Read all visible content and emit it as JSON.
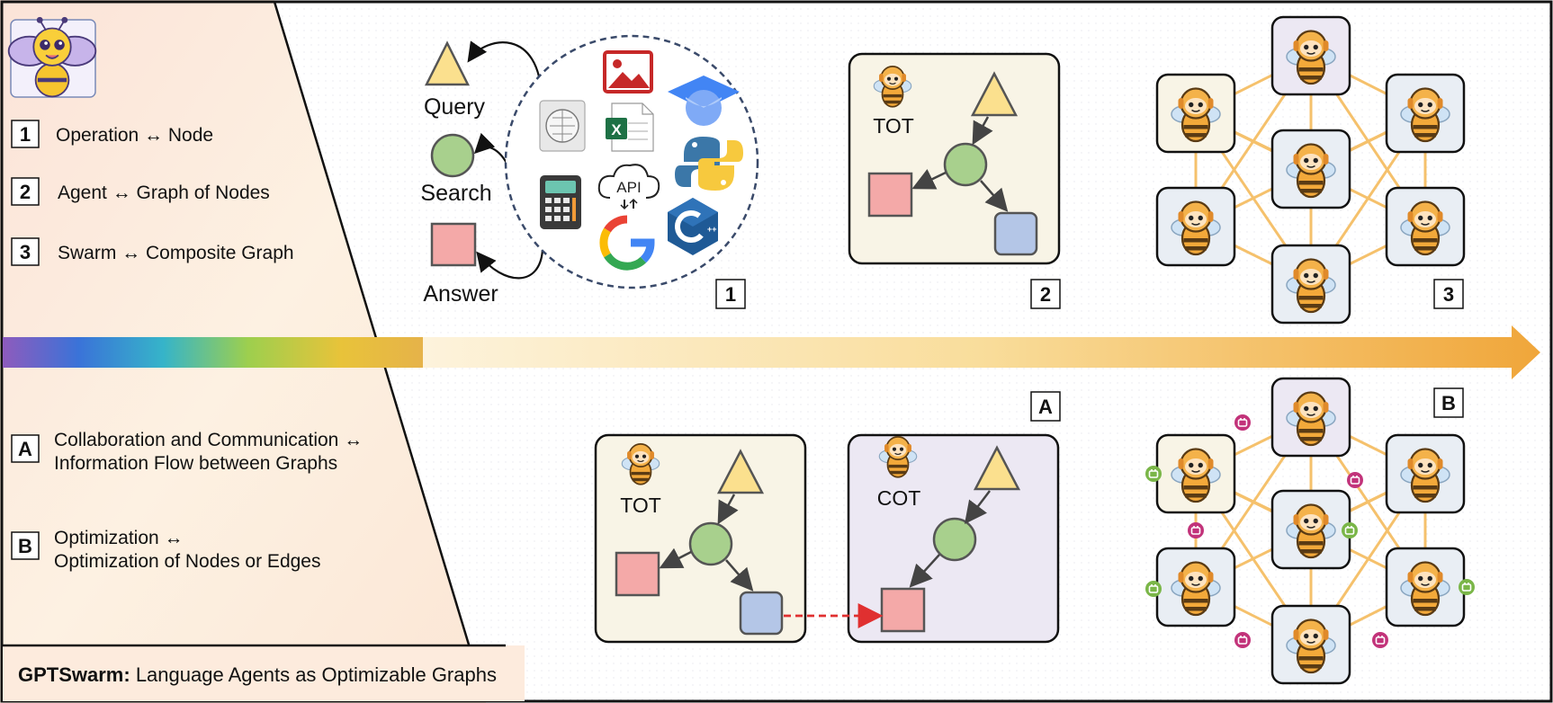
{
  "legend": {
    "items": [
      {
        "key": "1",
        "text": "Operation ↔ Node"
      },
      {
        "key": "2",
        "text": "Agent ↔ Graph of Nodes"
      },
      {
        "key": "3",
        "text": "Swarm ↔ Composite Graph"
      },
      {
        "key": "A",
        "line1": "Collaboration and Communication ↔",
        "line2": "Information Flow between Graphs"
      },
      {
        "key": "B",
        "line1": "Optimization ↔",
        "line2": "Optimization of Nodes or Edges"
      }
    ],
    "footer_bold": "GPTSwarm:",
    "footer_rest": " Language Agents as Optimizable Graphs"
  },
  "panel1": {
    "query": "Query",
    "search": "Search",
    "answer": "Answer",
    "api": "API",
    "number": "1"
  },
  "panel2": {
    "agent": "TOT",
    "number": "2"
  },
  "panel3": {
    "number": "3"
  },
  "panelA": {
    "agent_left": "TOT",
    "agent_right": "COT",
    "number": "A"
  },
  "panelB": {
    "number": "B"
  },
  "colors": {
    "triangle": "#fbe08e",
    "circle": "#a8d08d",
    "square_red": "#f4a9a8",
    "square_blue": "#b4c6e7",
    "edge_orange": "#f5c16c",
    "edge_magenta": "#c2337a",
    "edge_green": "#7ab648",
    "dashed_arrow": "#e03030"
  }
}
